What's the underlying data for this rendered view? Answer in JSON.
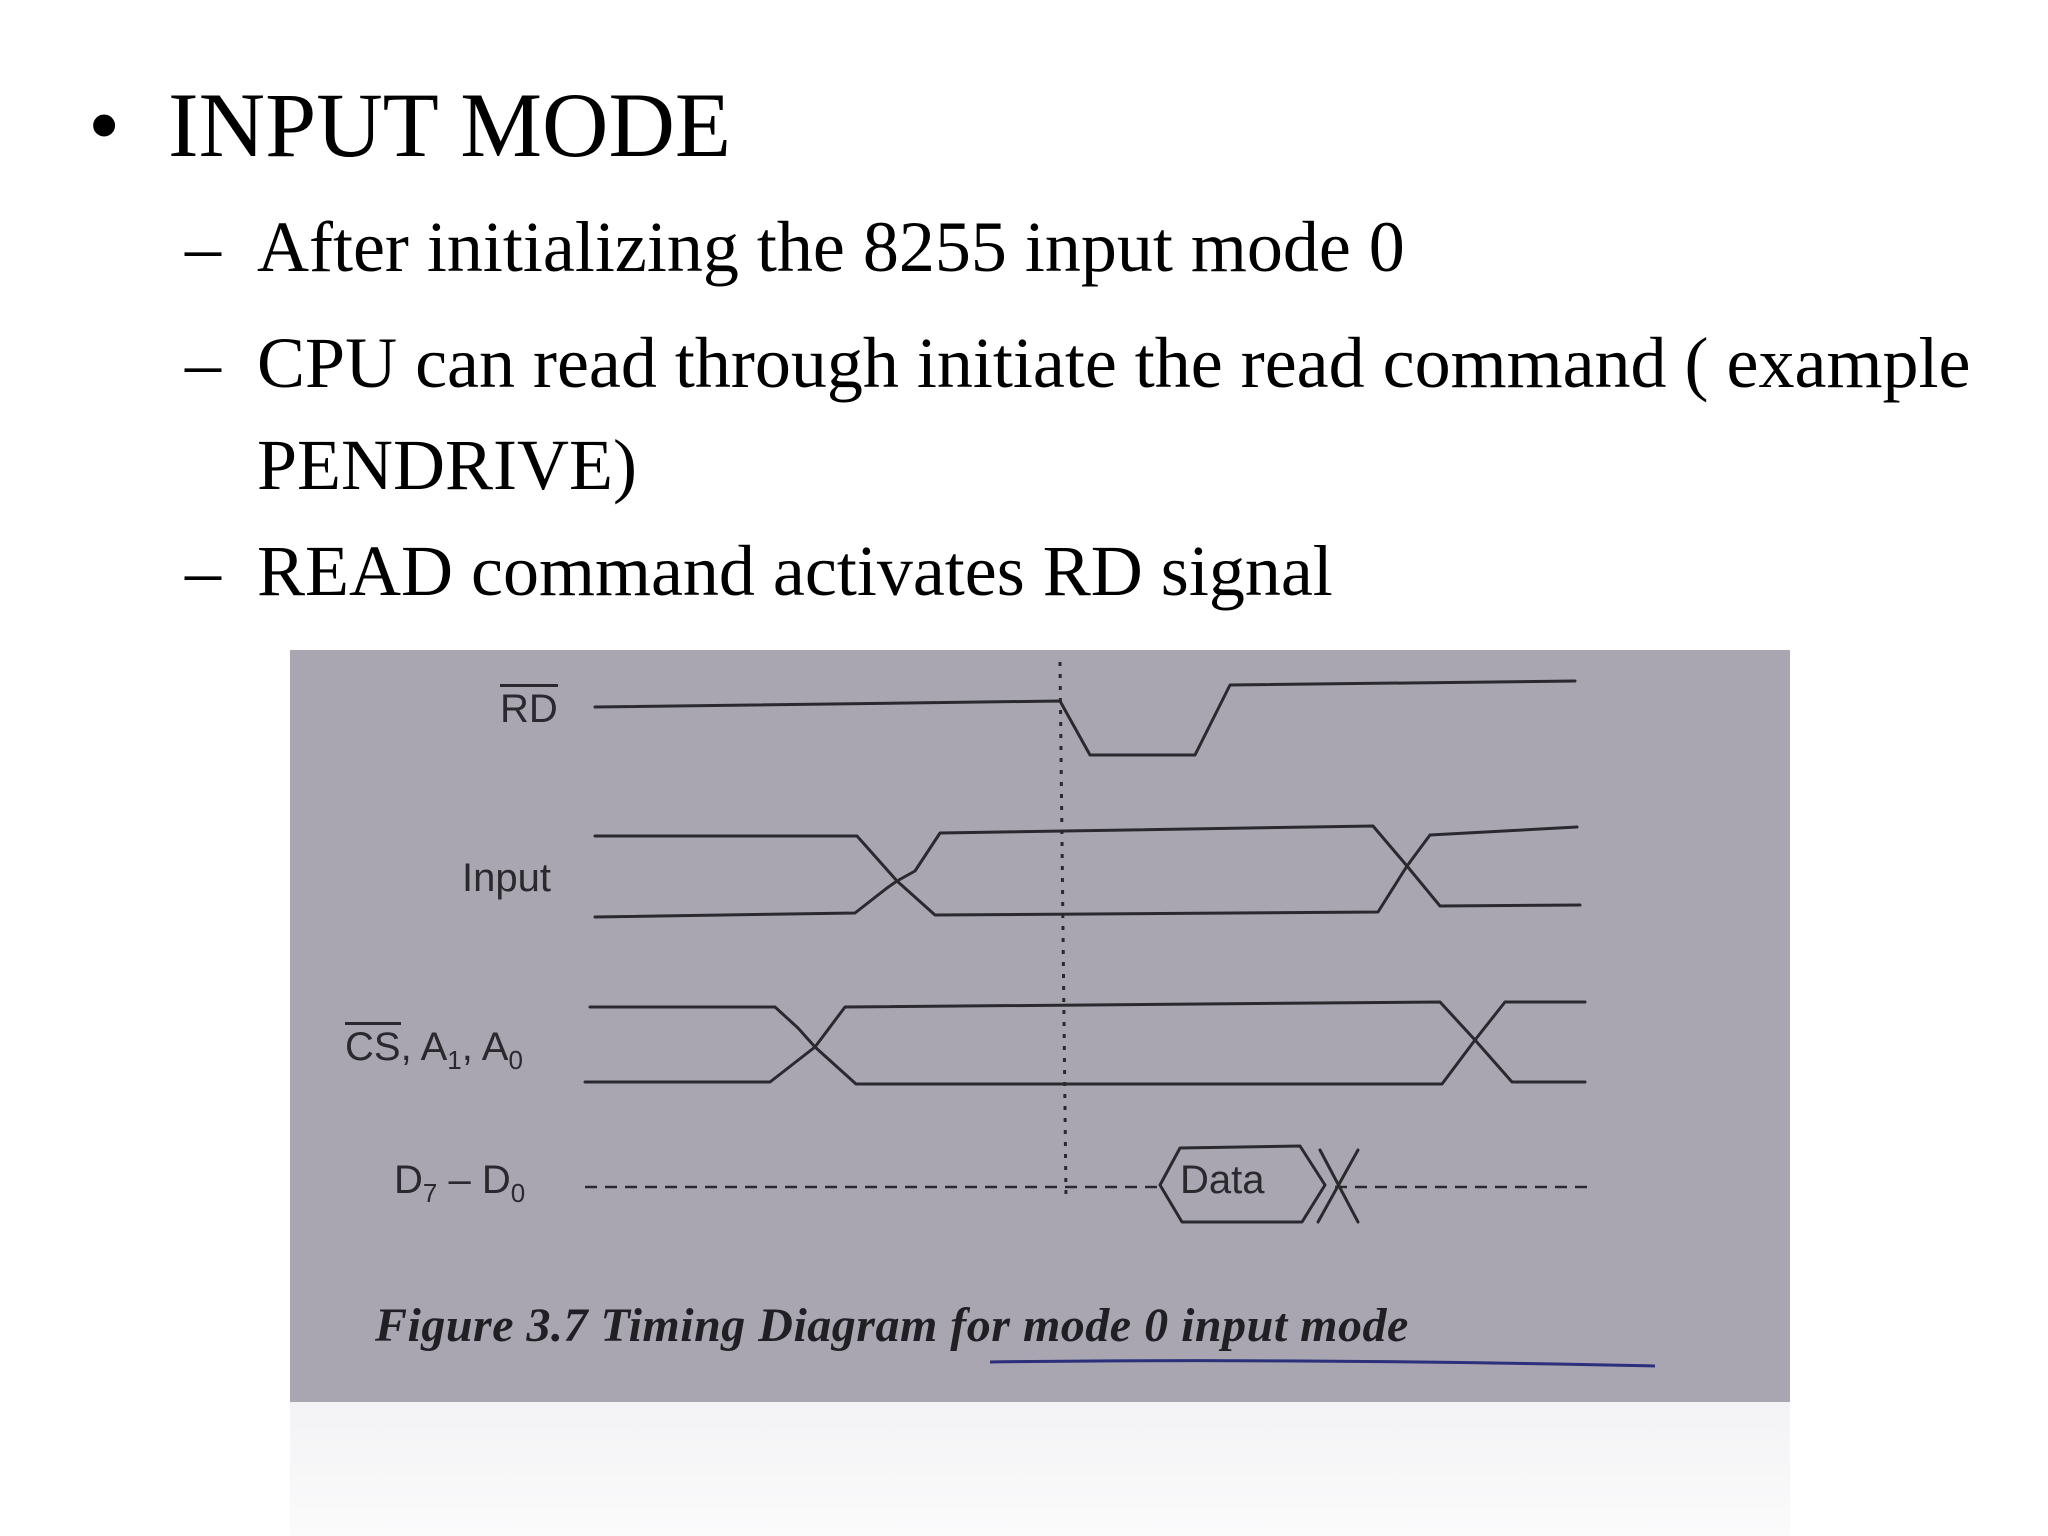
{
  "slide": {
    "bullet_symbol": "•",
    "heading": "INPUT MODE",
    "dash_symbol": "–",
    "points": [
      "After initializing the 8255 input mode 0",
      "CPU can read through initiate the read command ( example PENDRIVE)",
      "READ command activates  RD signal"
    ]
  },
  "figure": {
    "signals": {
      "rd": "RD",
      "input": "Input",
      "cs_part1": "CS",
      "cs_part2": ", A",
      "cs_sub1": "1",
      "cs_part3": ", A",
      "cs_sub2": "0",
      "d_part1": "D",
      "d_sub1": "7",
      "d_part2": " – D",
      "d_sub2": "0"
    },
    "data_box": "Data",
    "caption": "Figure 3.7 Timing Diagram for mode 0 input mode",
    "background_color": "#a9a6b2",
    "line_color": "#2a2a2e",
    "underline_color": "#2c2f7a"
  }
}
